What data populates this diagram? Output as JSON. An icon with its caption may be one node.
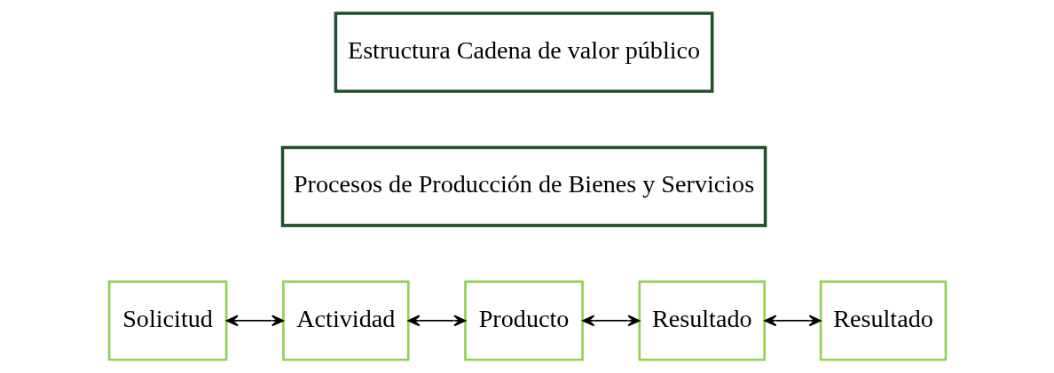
{
  "diagram": {
    "nodes": [
      {
        "text": [
          "Estructura Cadena de valor público"
        ]
      },
      {
        "text": [
          "Procesos de Producción de Bienes y Servicios"
        ]
      },
      {
        "text": [
          "Solicitud"
        ]
      },
      {
        "text": [
          "Actividad"
        ]
      },
      {
        "text": [
          "Producto"
        ]
      },
      {
        "text": [
          "Resultado"
        ]
      },
      {
        "text": [
          "Resultado"
        ]
      }
    ],
    "edges": [
      {
        "from": 2,
        "to": 3,
        "arrow": "both"
      },
      {
        "from": 3,
        "to": 4,
        "arrow": "both"
      },
      {
        "from": 4,
        "to": 5,
        "arrow": "both"
      },
      {
        "from": 5,
        "to": 6,
        "arrow": "both"
      }
    ]
  }
}
